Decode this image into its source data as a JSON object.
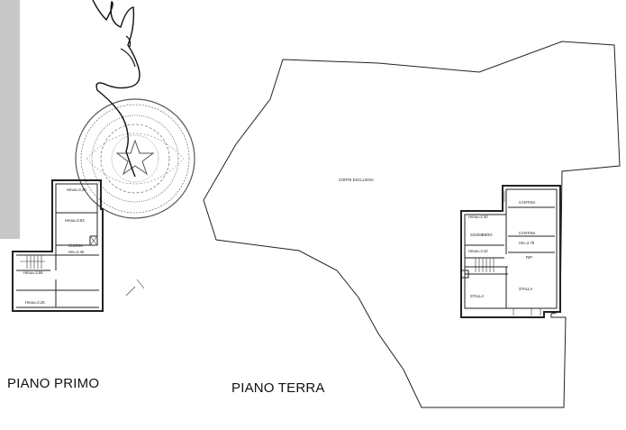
{
  "labels": {
    "piano_primo": "PIANO PRIMO",
    "piano_terra": "PIANO TERRA"
  },
  "primo_rooms": [
    {
      "id": "htm1",
      "text": "Hmax=3.39"
    },
    {
      "id": "htm2",
      "text": "Hmax=3.63"
    },
    {
      "id": "cucina",
      "text": "CUCINA"
    },
    {
      "id": "htm3",
      "text": "Hm=2.40"
    },
    {
      "id": "htm4",
      "text": "Hmax=3.55"
    },
    {
      "id": "htm5",
      "text": "Hmax=2.28"
    }
  ],
  "terra_rooms": [
    {
      "id": "corte",
      "text": "CORTE ESCLUSIVA"
    },
    {
      "id": "cantina1",
      "text": "CANTINA"
    },
    {
      "id": "htm_a",
      "text": "Hmax=2.30"
    },
    {
      "id": "sgombero",
      "text": "SGOMBERO"
    },
    {
      "id": "cantina2",
      "text": "CANTINA"
    },
    {
      "id": "htm_b",
      "text": "Hm=2.78"
    },
    {
      "id": "htm_c",
      "text": "Hmax=3.42"
    },
    {
      "id": "rip",
      "text": "RIP"
    },
    {
      "id": "stalla1",
      "text": "STALLA"
    },
    {
      "id": "stalla2",
      "text": "STALLA"
    }
  ]
}
